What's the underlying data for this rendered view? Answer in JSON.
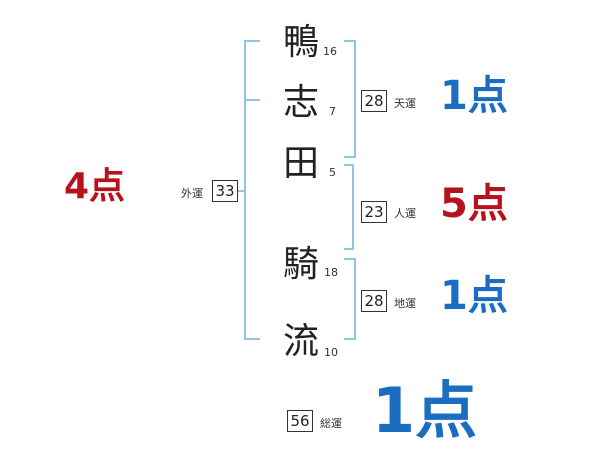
{
  "name_chars": [
    {
      "char": "鴨",
      "strokes": "16"
    },
    {
      "char": "志",
      "strokes": "7"
    },
    {
      "char": "田",
      "strokes": "5"
    },
    {
      "char": "騎",
      "strokes": "18"
    },
    {
      "char": "流",
      "strokes": "10"
    }
  ],
  "gaiun": {
    "label": "外運",
    "value": "33",
    "score": "4点"
  },
  "tenun": {
    "label": "天運",
    "value": "28",
    "score": "1点"
  },
  "jinun": {
    "label": "人運",
    "value": "23",
    "score": "5点"
  },
  "chiun": {
    "label": "地運",
    "value": "28",
    "score": "1点"
  },
  "souun": {
    "label": "総運",
    "value": "56",
    "score": "1点"
  },
  "colors": {
    "red": "#b5121b",
    "blue": "#1a6dc0",
    "bracket": "#8fc7e3"
  }
}
